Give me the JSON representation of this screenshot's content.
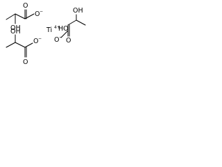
{
  "molecule": {
    "metal": {
      "element": "Ti",
      "charge": "4+"
    },
    "labels": {
      "upper_ligand_carbonyl_oxygen": "O",
      "upper_ligand_carboxylate_oxygen": "O",
      "upper_ligand_charge": "−",
      "upper_ligand_hydroxyl": "OH",
      "right_ligand_hydroxyl_top": "OH",
      "right_ligand_hydroxyl_side": "HO",
      "right_ligand_carboxylate_oxygen": "O",
      "right_ligand_charge": "−",
      "right_ligand_carbonyl_oxygen": "O",
      "lower_ligand_carboxylate_oxygen": "O",
      "lower_ligand_charge": "−",
      "lower_ligand_carbonyl_oxygen": "O",
      "lower_ligand_hydroxyl": "OH"
    }
  }
}
